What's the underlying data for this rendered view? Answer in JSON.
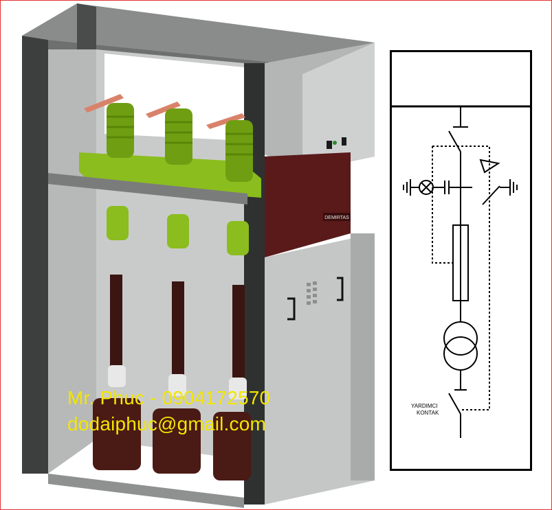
{
  "contact": {
    "name_phone": "Mr. Phuc - 0904172570",
    "email": "dodaiphuc@gmail.com"
  },
  "cabinet": {
    "brand_plate": "DEMIRTAS"
  },
  "schematic": {
    "aux_label_line1": "YARDIMCI",
    "aux_label_line2": "KONTAK"
  },
  "colors": {
    "overlay_text": "#f2e600",
    "frame_border": "#e03030",
    "insulator_green": "#8bbd1e",
    "cabinet_grey": "#9a9a9a",
    "panel_maroon": "#5a1a1a",
    "bus_copper": "#d9826a"
  }
}
